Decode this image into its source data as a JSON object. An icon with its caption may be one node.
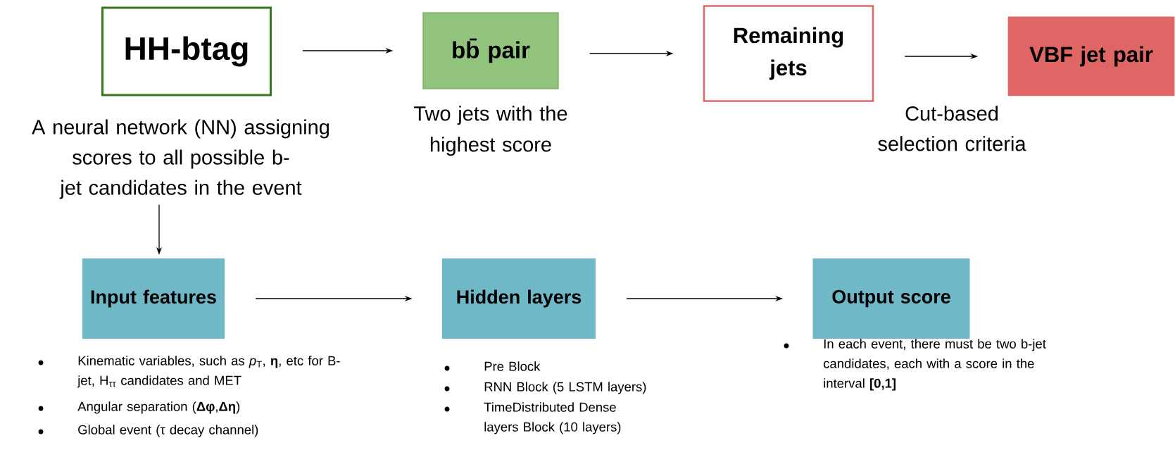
{
  "diagram": {
    "nodes": [
      {
        "text": [
          "HH-btag"
        ]
      },
      {
        "text": [
          "A neural network (NN) assigning scores to all possible b-jet candidates in the event"
        ]
      },
      {
        "text": [
          "bb̄ pair"
        ],
        "beside": [
          "Two jets with the highest score"
        ]
      },
      {
        "text": [
          "Remaining jets"
        ]
      },
      {
        "text": [
          "VBF jet pair"
        ]
      },
      {
        "text": [
          "Input features"
        ],
        "beside": [
          "Kinematic variables, such as *p*$_{T}$, **η**, etc for B-jet, H$_{ττ}$ candidates and MET",
          "Angular separation (**Δφ**,**Δη**)",
          "Global event (τ decay channel)"
        ]
      },
      {
        "text": [
          "Hidden layers"
        ],
        "beside": [
          "Pre Block",
          "RNN Block (5 LSTM layers)",
          "TimeDistributed Dense layers Block (10 layers)"
        ]
      },
      {
        "text": [
          "Output score"
        ],
        "beside": [
          "In each event, there must be two b-jet candidates, each with a score in the interval **[0,1]**"
        ]
      }
    ],
    "edges": [
      {
        "from": 0,
        "to": 2,
        "arrow": "to"
      },
      {
        "from": 2,
        "to": 3,
        "arrow": "to"
      },
      {
        "from": 3,
        "to": 4,
        "arrow": "to"
      },
      {
        "from": 1,
        "to": 5,
        "arrow": "to"
      },
      {
        "from": 5,
        "to": 6,
        "arrow": "to"
      },
      {
        "from": 6,
        "to": 7,
        "arrow": "to"
      }
    ],
    "labels": [
      "Cut-based selection criteria"
    ]
  }
}
